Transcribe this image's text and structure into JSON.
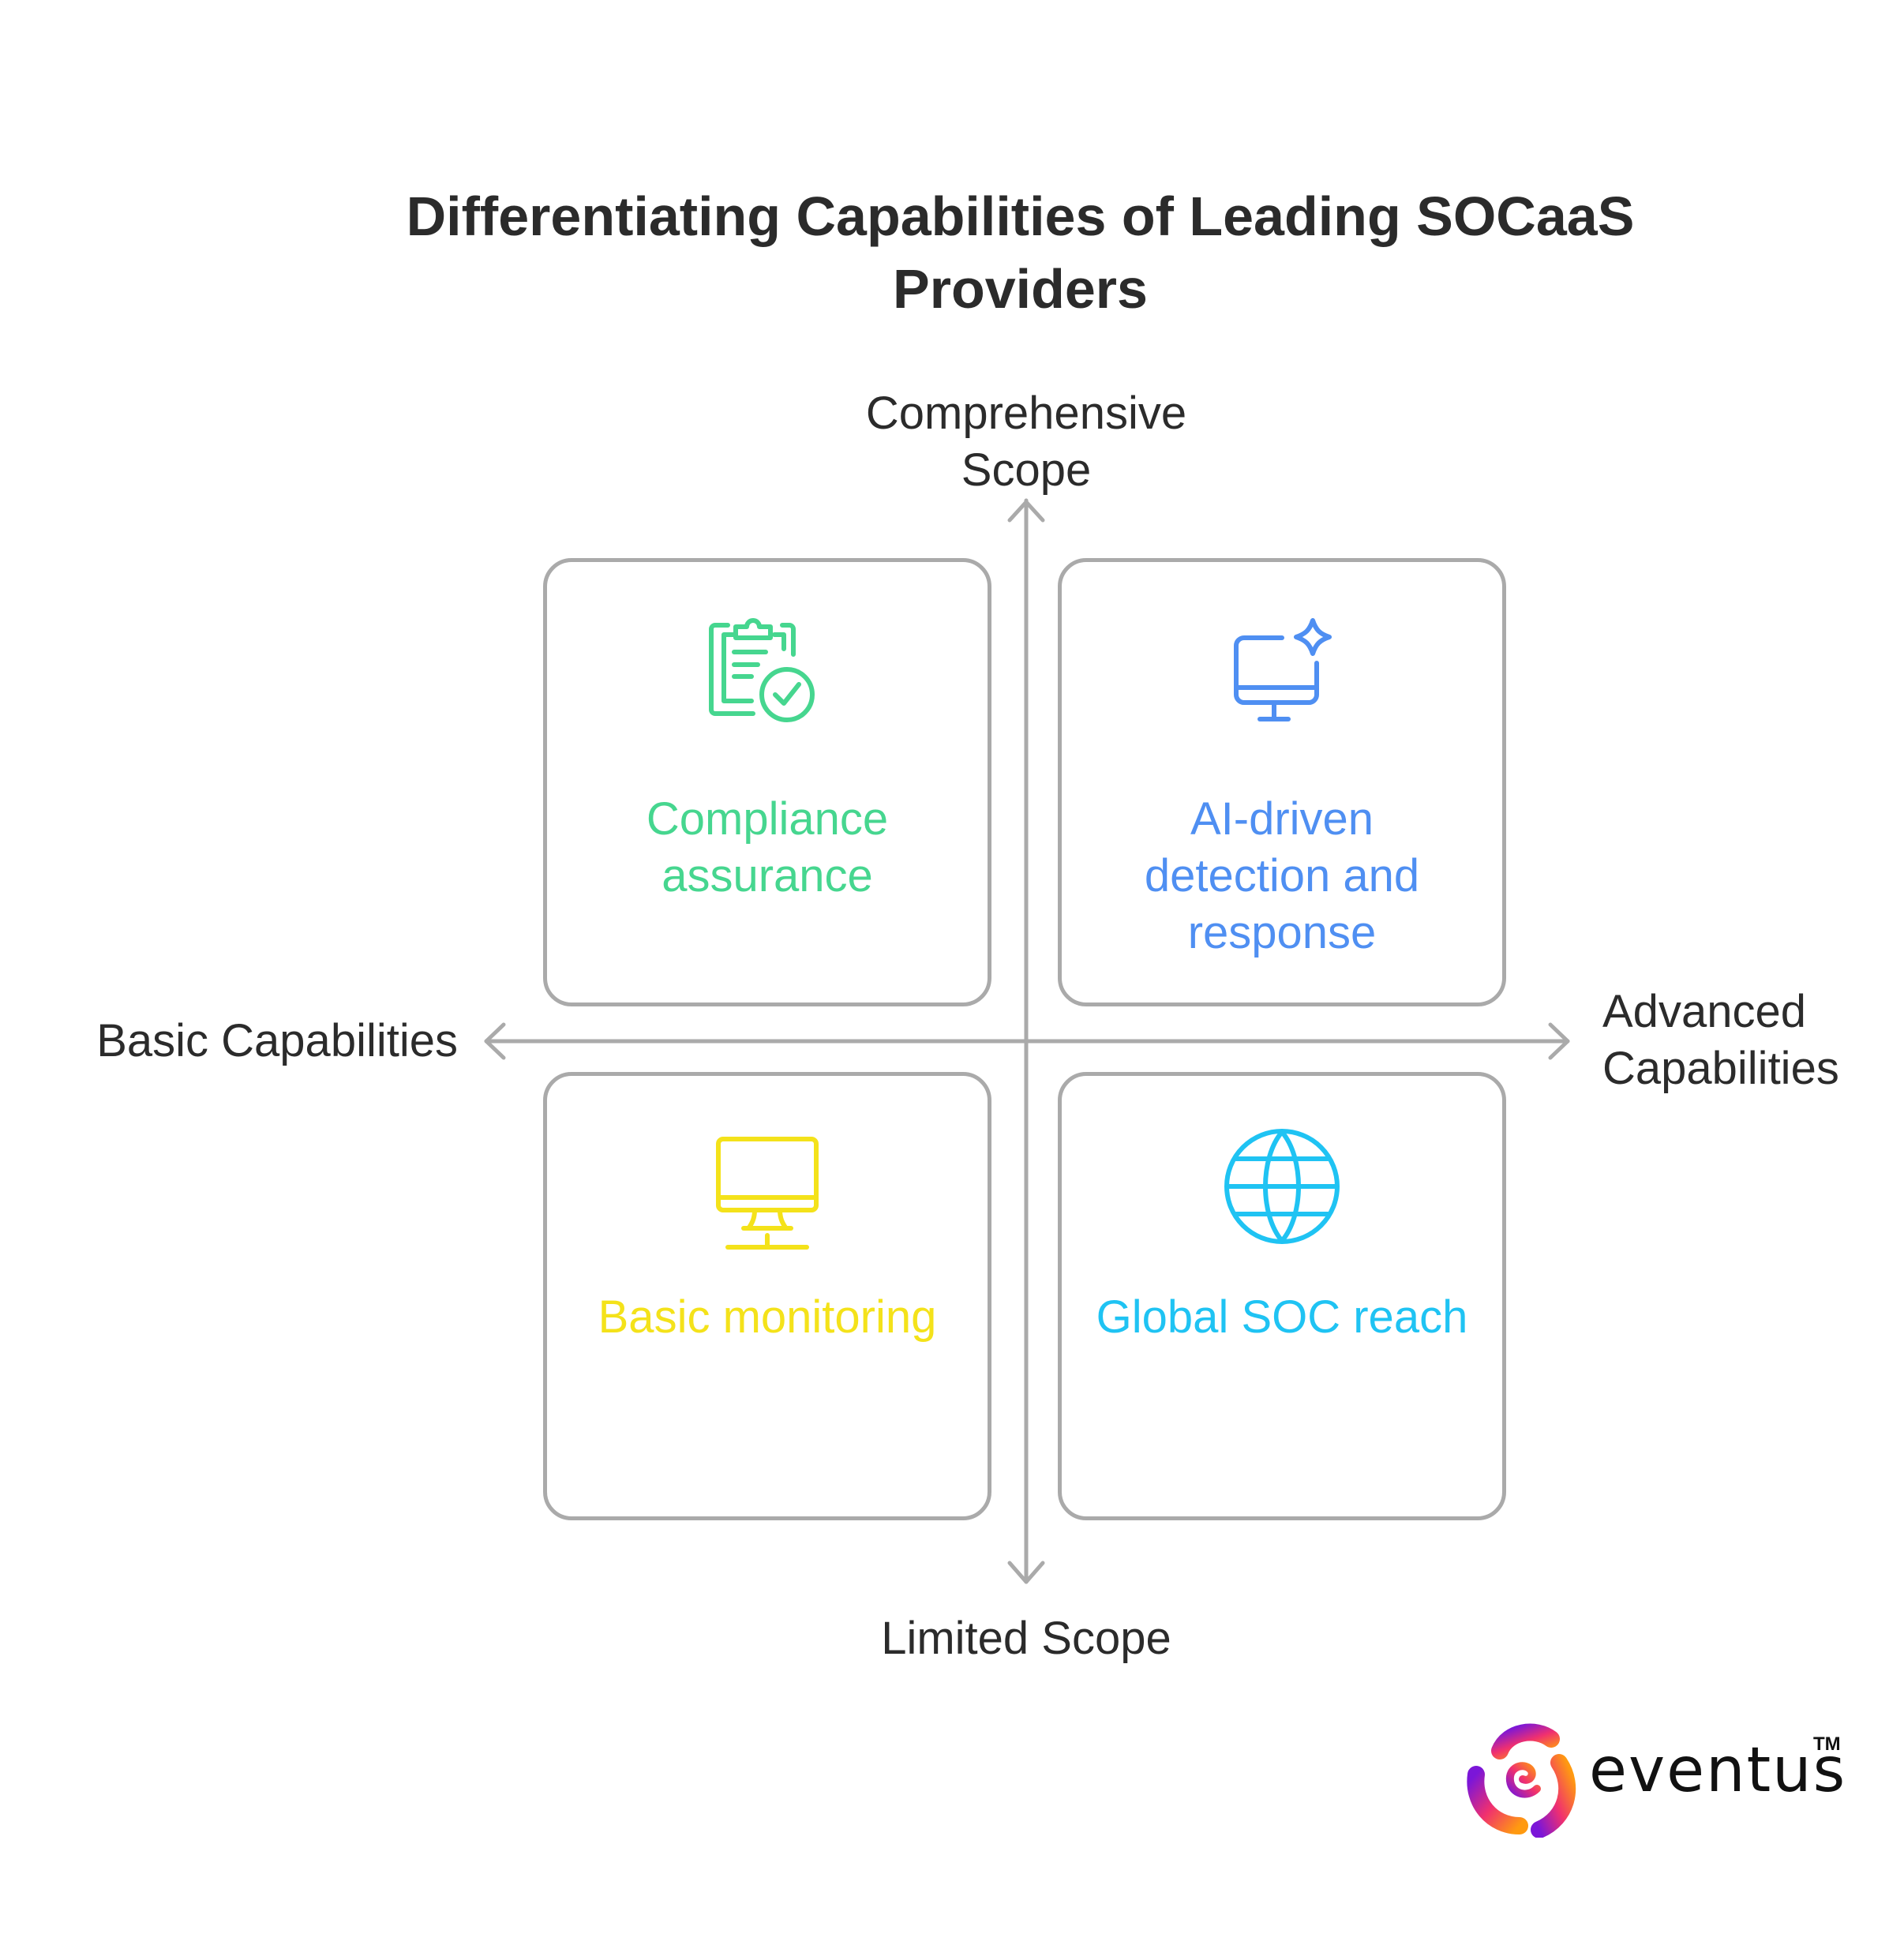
{
  "title": {
    "line1": "Differentiating Capabilities of Leading SOCaaS",
    "line2": "Providers"
  },
  "axes": {
    "top": {
      "line1": "Comprehensive",
      "line2": "Scope"
    },
    "bottom": {
      "line1": "Limited Scope"
    },
    "left": {
      "line1": "Basic Capabilities"
    },
    "right": {
      "line1": "Advanced",
      "line2": "Capabilities"
    },
    "color": "#aaaaaa"
  },
  "quadrants": {
    "top_left": {
      "icon": "clipboard-check-icon",
      "label_line1": "Compliance",
      "label_line2": "assurance",
      "color": "#46d68f"
    },
    "top_right": {
      "icon": "monitor-sparkle-icon",
      "label_line1": "AI-driven",
      "label_line2": "detection and",
      "label_line3": "response",
      "color": "#4f8ff2"
    },
    "bottom_left": {
      "icon": "desktop-monitor-icon",
      "label_line1": "Basic monitoring",
      "color": "#f4e21a"
    },
    "bottom_right": {
      "icon": "globe-icon",
      "label_line1": "Global SOC reach",
      "color": "#1fc3f3"
    }
  },
  "logo": {
    "text": "eventus",
    "trademark": "TM"
  }
}
